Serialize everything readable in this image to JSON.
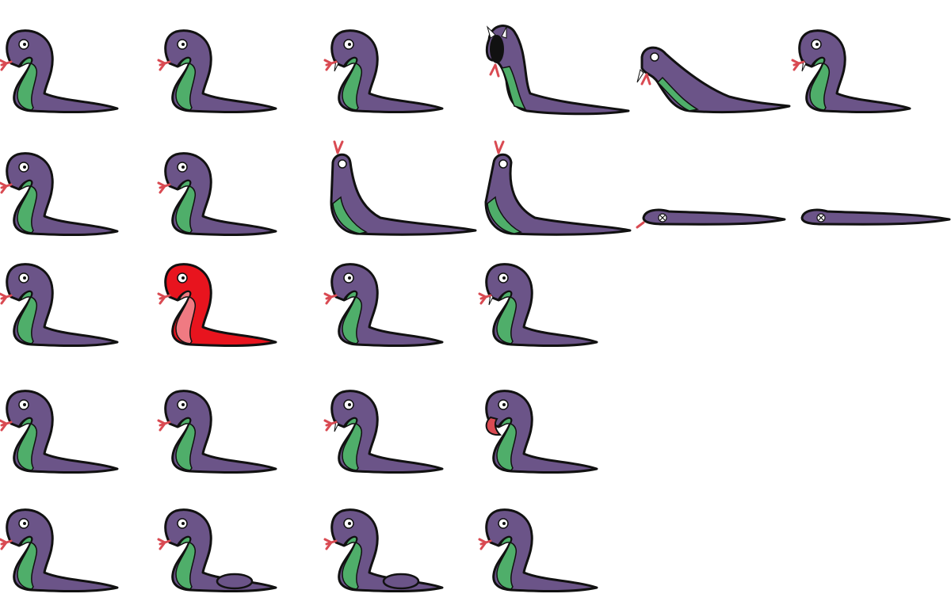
{
  "sprite_sheet": {
    "colors": {
      "body": "#6b5488",
      "belly": "#4fae6a",
      "tongue": "#d94a52",
      "outline": "#111111",
      "eye": "#ffffff",
      "hit_body": "#e8141e",
      "hit_belly": "#f07a82",
      "background": "#ffffff"
    },
    "rows": [
      {
        "name": "idle",
        "frames": [
          "pose-coil",
          "pose-coil",
          "pose-coil-fangs",
          "pose-strike-open",
          "pose-lunge",
          "pose-coil-fangs"
        ]
      },
      {
        "name": "death",
        "frames": [
          "pose-coil",
          "pose-coil",
          "pose-stretch-up",
          "pose-lean",
          "pose-flat-dead",
          "pose-flat-dead-long"
        ]
      },
      {
        "name": "hurt",
        "frames": [
          "pose-coil",
          "pose-coil-hit",
          "pose-coil",
          "pose-coil-tall"
        ]
      },
      {
        "name": "attack",
        "frames": [
          "pose-coil",
          "pose-coil",
          "pose-coil-fangs",
          "pose-coil-mouth"
        ]
      },
      {
        "name": "eat",
        "frames": [
          "pose-coil",
          "pose-coil-lump",
          "pose-coil-lump",
          "pose-coil"
        ]
      }
    ]
  }
}
